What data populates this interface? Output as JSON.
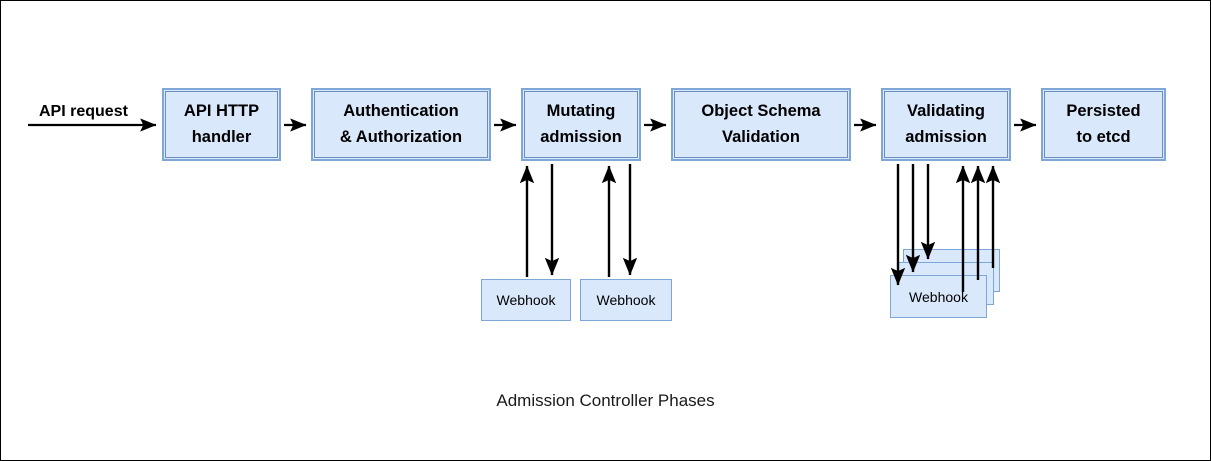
{
  "diagram": {
    "caption": "Admission Controller Phases",
    "entry_label": "API request",
    "colors": {
      "box_fill": "#dae8fc",
      "box_border": "#7ea6d9",
      "box_inner_border": "#6c8ebf",
      "arrow": "#000000",
      "frame": "#000000",
      "caption_text": "#1a1a1a"
    },
    "phases": [
      {
        "id": "api-http-handler",
        "line1": "API HTTP",
        "line2": "handler"
      },
      {
        "id": "authentication-authorization",
        "line1": "Authentication",
        "line2": "& Authorization"
      },
      {
        "id": "mutating-admission",
        "line1": "Mutating",
        "line2": "admission"
      },
      {
        "id": "object-schema-validation",
        "line1": "Object Schema",
        "line2": "Validation"
      },
      {
        "id": "validating-admission",
        "line1": "Validating",
        "line2": "admission"
      },
      {
        "id": "persisted-to-etcd",
        "line1": "Persisted",
        "line2": "to etcd"
      }
    ],
    "webhooks": {
      "mutating": [
        {
          "id": "mutating-webhook-1",
          "label": "Webhook"
        },
        {
          "id": "mutating-webhook-2",
          "label": "Webhook"
        }
      ],
      "validating": [
        {
          "id": "validating-webhook-back",
          "label": ""
        },
        {
          "id": "validating-webhook-middle",
          "label": ""
        },
        {
          "id": "validating-webhook-front",
          "label": "Webhook"
        }
      ]
    }
  }
}
